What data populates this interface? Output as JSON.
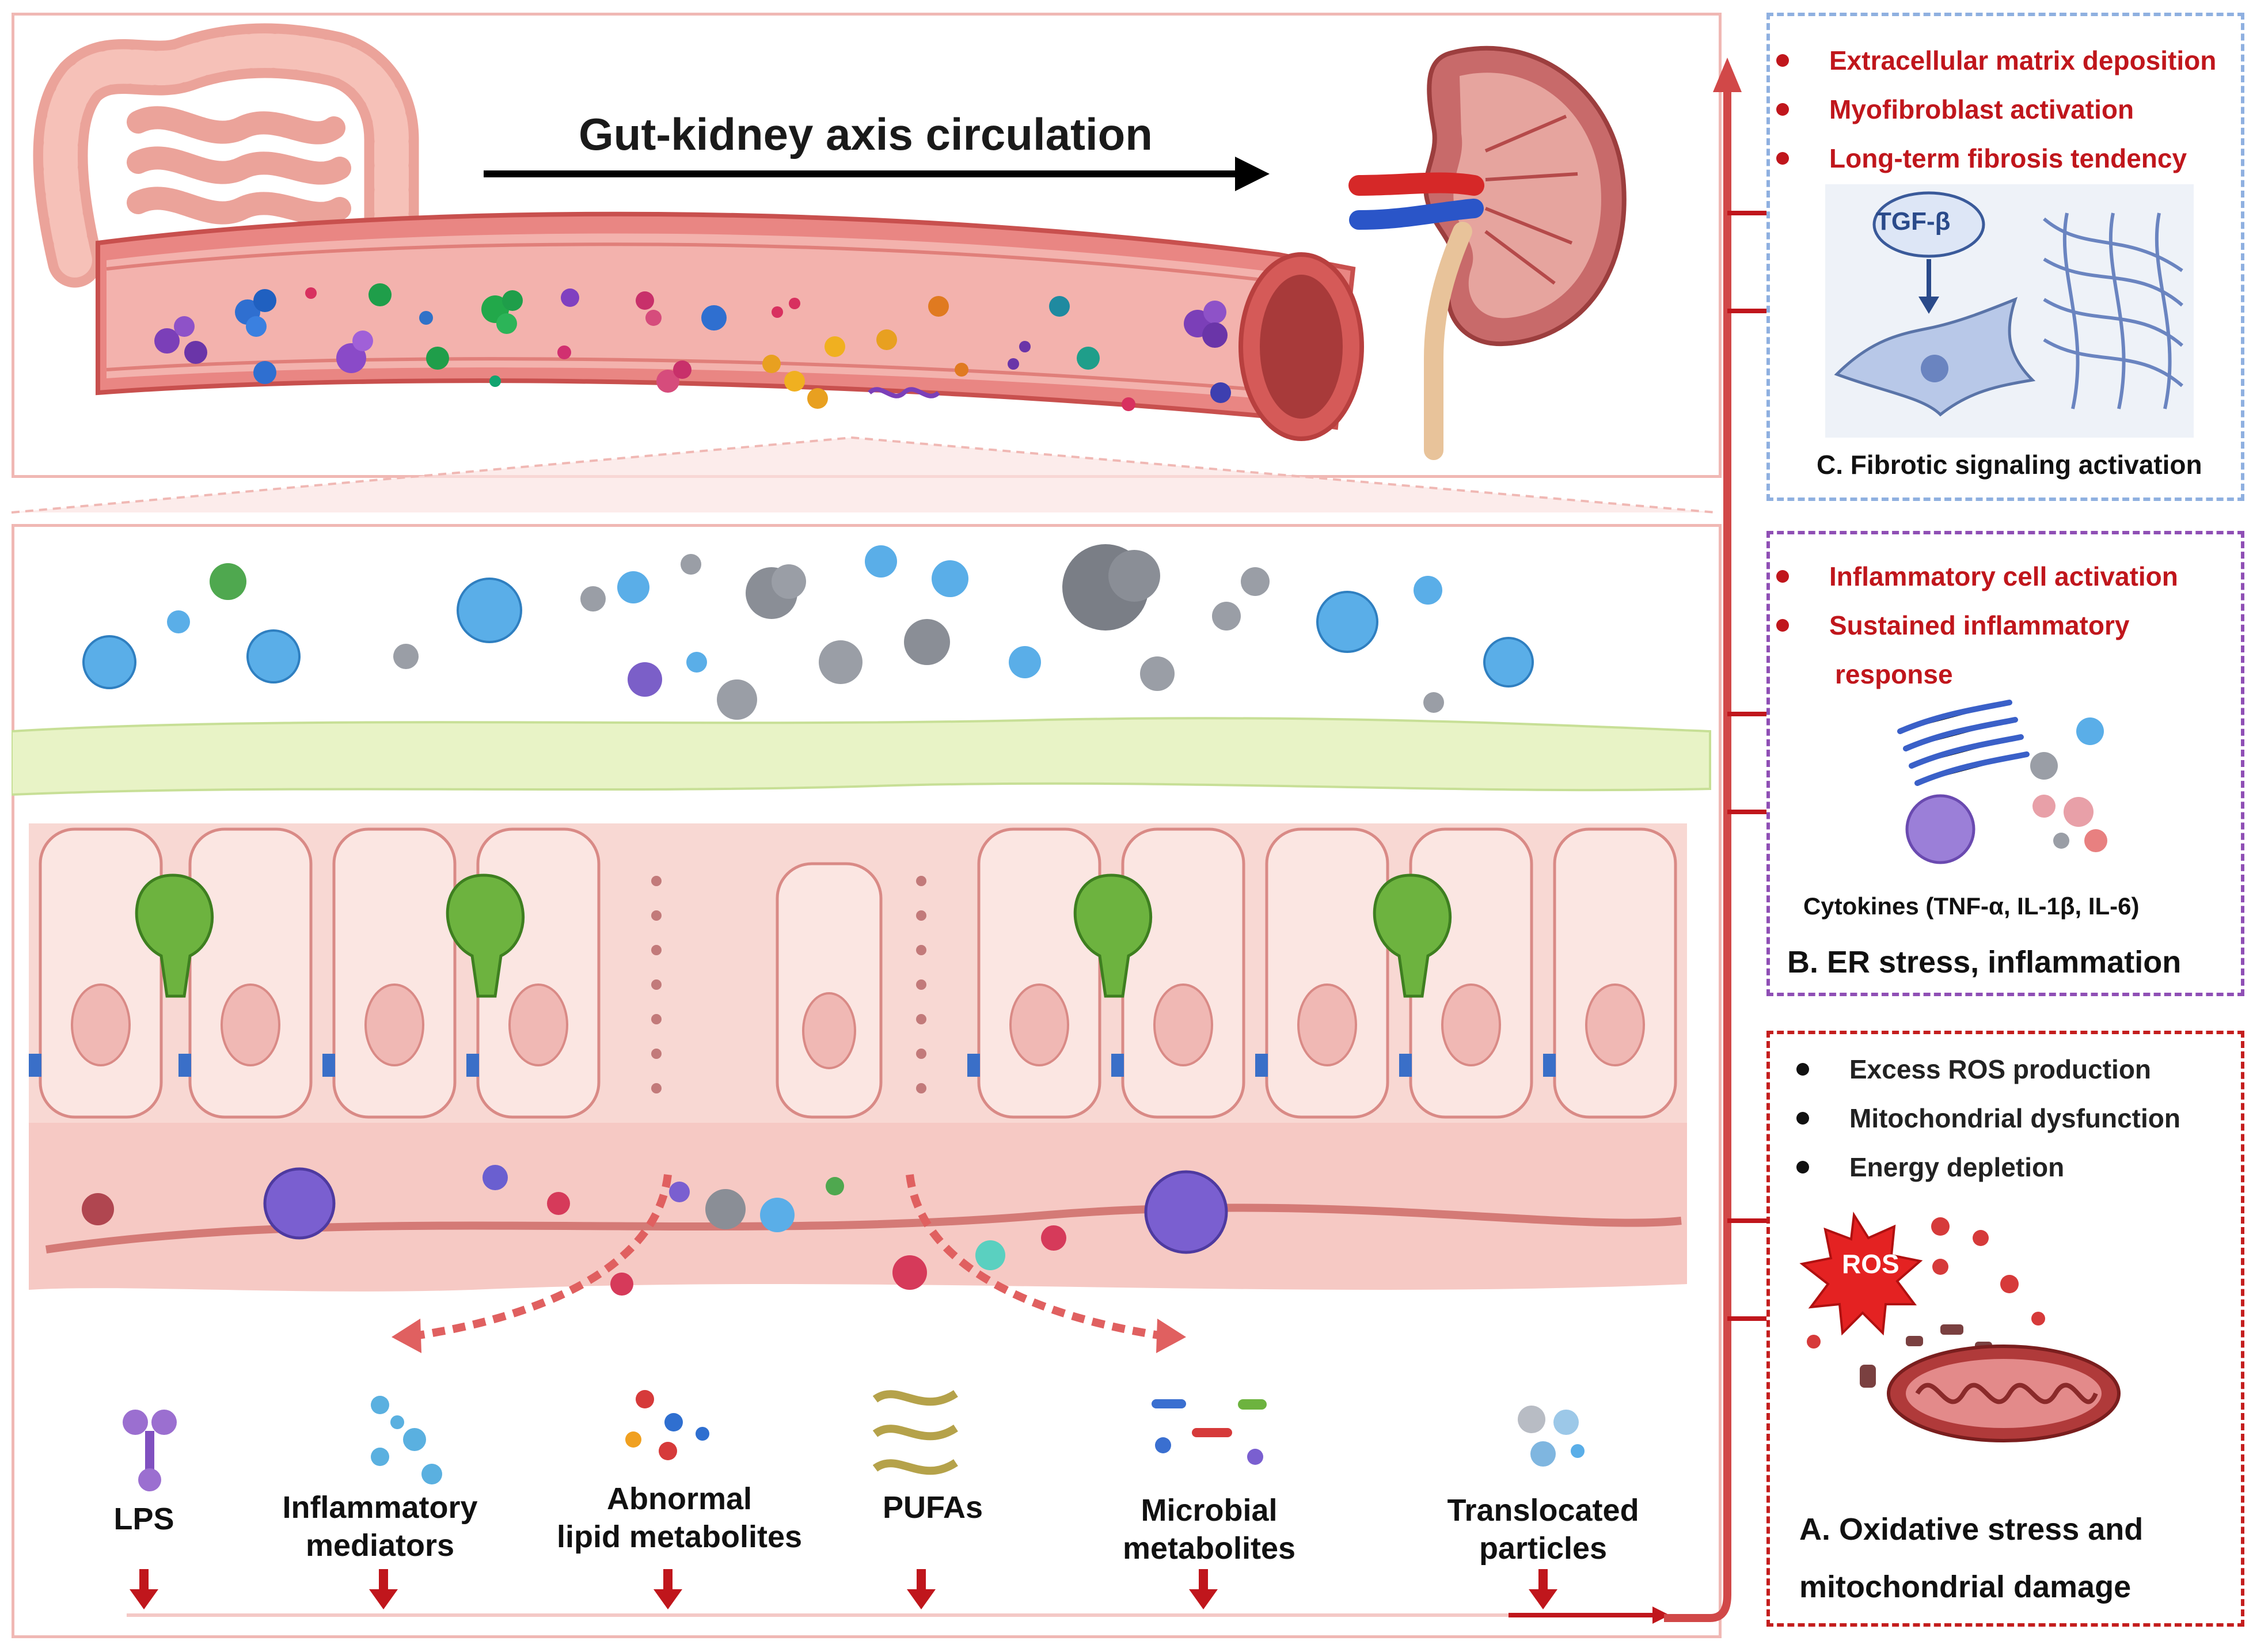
{
  "header": {
    "axis_title": "Gut-kidney axis circulation"
  },
  "factors": [
    {
      "label": "LPS"
    },
    {
      "label": "Inflammatory\nmediators"
    },
    {
      "label": "Abnormal\nlipid metabolites"
    },
    {
      "label": "PUFAs"
    },
    {
      "label": "Microbial\nmetabolites"
    },
    {
      "label": "Translocated\nparticles"
    }
  ],
  "panel_c": {
    "bullets": [
      "Extracellular matrix deposition",
      "Myofibroblast activation",
      "Long-term fibrosis tendency"
    ],
    "tgf_label": "TGF-β",
    "caption": "C. Fibrotic signaling activation"
  },
  "panel_b": {
    "bullets": [
      "Inflammatory cell activation",
      "Sustained inflammatory",
      "response"
    ],
    "cytokines_label": "Cytokines (TNF-α, IL-1β, IL-6)",
    "caption": "B. ER stress, inflammation"
  },
  "panel_a": {
    "bullets": [
      "Excess ROS production",
      "Mitochondrial dysfunction",
      "Energy depletion"
    ],
    "ros_label": "ROS",
    "caption_line1": "A. Oxidative stress and",
    "caption_line2": "mitochondrial damage"
  },
  "colors": {
    "accent_red": "#c0161c",
    "panel_c_border": "#8fb0e0",
    "panel_b_border": "#8f4fb5",
    "panel_a_border": "#c41e1e",
    "tissue_pink": "#f6c9c4",
    "mucus_green": "#e8f3c6",
    "goblet_green": "#6db33f"
  }
}
